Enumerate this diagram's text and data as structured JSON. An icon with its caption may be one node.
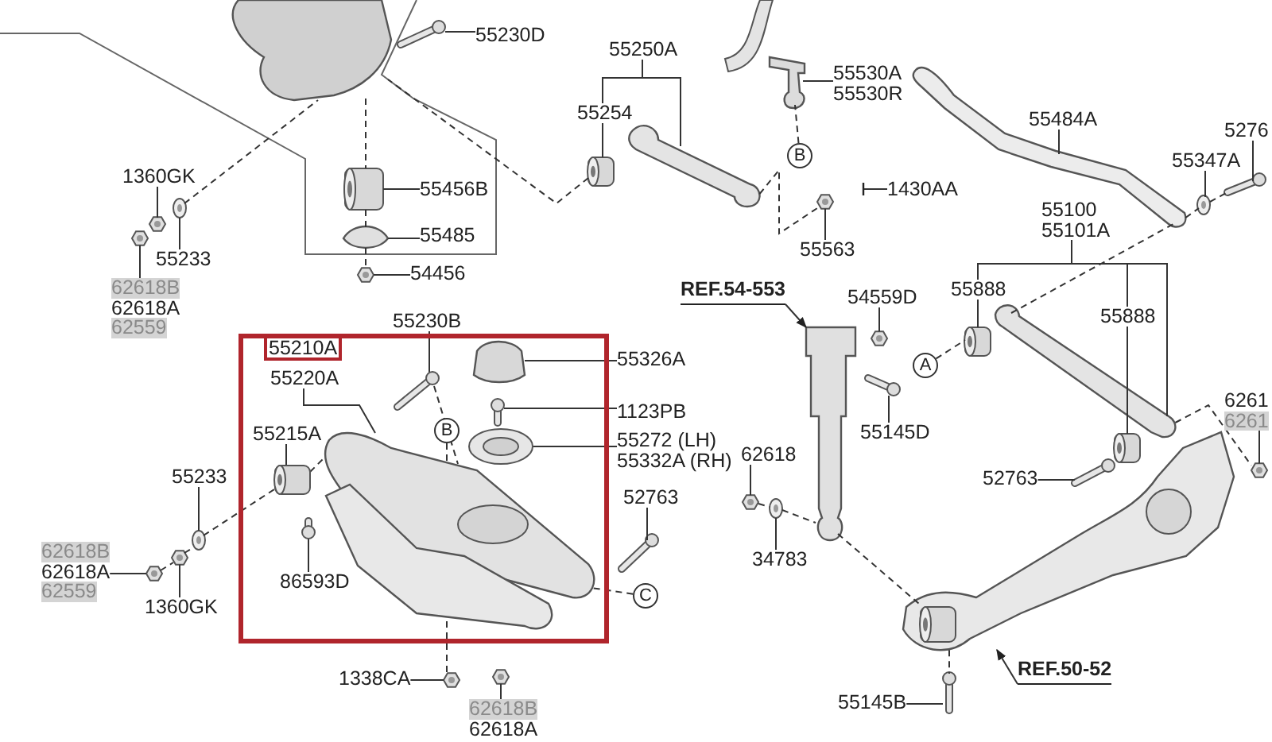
{
  "diagram": {
    "nodes": [
      {
        "text": [],
        "shape": "box"
      },
      {
        "text": [
          "55230D"
        ]
      },
      {
        "text": [
          "55250A"
        ]
      },
      {
        "text": [
          "55254"
        ]
      },
      {
        "text": [
          "B"
        ]
      },
      {
        "text": [
          "55530A",
          "55530R"
        ]
      },
      {
        "text": [
          "55484A"
        ]
      },
      {
        "text": [
          "5276"
        ]
      },
      {
        "text": [
          "55347A"
        ]
      },
      {
        "text": [
          "1360GK"
        ]
      },
      {
        "text": [
          "55456B"
        ]
      },
      {
        "text": [
          "1430AA"
        ]
      },
      {
        "text": [
          "55100",
          "55101A"
        ]
      },
      {
        "text": [
          "55233"
        ]
      },
      {
        "text": [
          "55485"
        ]
      },
      {
        "text": [
          "55563"
        ]
      },
      {
        "text": [
          "54456"
        ]
      },
      {
        "text": [
          "62618B",
          "62618A",
          "62559"
        ]
      },
      {
        "text": [
          "REF.54-553"
        ]
      },
      {
        "text": [
          "54559D"
        ]
      },
      {
        "text": [
          "55888"
        ]
      },
      {
        "text": [
          "55888"
        ]
      },
      {
        "text": [
          "55210A"
        ],
        "in": 0
      },
      {
        "text": [
          "55220A"
        ],
        "in": 0
      },
      {
        "text": [
          "55230B"
        ]
      },
      {
        "text": [
          "55326A"
        ]
      },
      {
        "text": [
          "1123PB"
        ]
      },
      {
        "text": [
          "55215A"
        ],
        "in": 0
      },
      {
        "text": [
          "B"
        ],
        "in": 0
      },
      {
        "text": [
          "55272 (LH)",
          "55332A (RH)"
        ]
      },
      {
        "text": [
          "55145D"
        ]
      },
      {
        "text": [
          "A"
        ]
      },
      {
        "text": [
          "55233"
        ]
      },
      {
        "text": [
          "62618"
        ]
      },
      {
        "text": [
          "52763"
        ]
      },
      {
        "text": [
          "52763"
        ]
      },
      {
        "text": [
          "62618B",
          "62618A",
          "62559"
        ]
      },
      {
        "text": [
          "1360GK"
        ]
      },
      {
        "text": [
          "86593D"
        ],
        "in": 0
      },
      {
        "text": [
          "34783"
        ]
      },
      {
        "text": [
          "C"
        ]
      },
      {
        "text": [
          "REF.50-52"
        ]
      },
      {
        "text": [
          "1338CA"
        ]
      },
      {
        "text": [
          "55145B"
        ]
      },
      {
        "text": [
          "62618B",
          "62618A"
        ]
      },
      {
        "text": [
          "6261",
          "6261"
        ]
      },
      {
        "text": [],
        "shape": "picture"
      },
      {
        "text": [],
        "shape": "picture"
      },
      {
        "text": [],
        "shape": "picture"
      },
      {
        "text": [],
        "shape": "picture"
      },
      {
        "text": [],
        "shape": "picture"
      },
      {
        "text": [],
        "shape": "picture"
      },
      {
        "text": [],
        "shape": "picture"
      },
      {
        "text": [],
        "shape": "picture"
      },
      {
        "text": [],
        "shape": "picture"
      },
      {
        "text": [],
        "shape": "picture"
      },
      {
        "text": [],
        "shape": "picture"
      },
      {
        "text": [],
        "shape": "picture"
      },
      {
        "text": [],
        "shape": "picture"
      },
      {
        "text": [],
        "shape": "picture"
      },
      {
        "text": [],
        "shape": "picture"
      },
      {
        "text": [],
        "shape": "picture"
      },
      {
        "text": [],
        "shape": "picture"
      },
      {
        "text": [],
        "shape": "picture"
      },
      {
        "text": [],
        "shape": "picture"
      },
      {
        "text": [],
        "shape": "picture"
      },
      {
        "text": [],
        "shape": "picture"
      },
      {
        "text": [],
        "shape": "picture"
      },
      {
        "text": [],
        "shape": "picture"
      },
      {
        "text": [],
        "shape": "picture"
      },
      {
        "text": [],
        "shape": "picture"
      },
      {
        "text": [],
        "shape": "picture"
      },
      {
        "text": [],
        "shape": "picture"
      },
      {
        "text": [],
        "shape": "picture",
        "in": 0
      },
      {
        "text": [],
        "shape": "picture",
        "in": 0
      },
      {
        "text": [],
        "shape": "picture",
        "in": 0
      },
      {
        "text": [],
        "shape": "picture",
        "in": 0
      },
      {
        "text": [],
        "shape": "picture",
        "in": 0
      },
      {
        "text": [],
        "shape": "picture",
        "in": 0
      },
      {
        "text": [],
        "shape": "picture",
        "in": 0
      },
      {
        "text": [],
        "shape": "picture",
        "in": 0
      },
      {
        "text": [],
        "shape": "picture"
      },
      {
        "text": [],
        "shape": "picture"
      },
      {
        "text": [],
        "shape": "picture"
      },
      {
        "text": [],
        "shape": "picture"
      },
      {
        "text": [],
        "shape": "picture"
      },
      {
        "text": [],
        "shape": "picture"
      }
    ],
    "edges": [
      {
        "from": 1,
        "to": 47,
        "arrow": "none"
      },
      {
        "from": 2,
        "to": 3,
        "arrow": "none"
      },
      {
        "from": 2,
        "to": 55,
        "arrow": "none"
      },
      {
        "from": 3,
        "to": 54,
        "arrow": "none"
      },
      {
        "from": 4,
        "to": 56,
        "arrow": "none",
        "style": "dashed"
      },
      {
        "from": 5,
        "to": 56,
        "arrow": "none"
      },
      {
        "from": 6,
        "to": 58,
        "arrow": "none"
      },
      {
        "from": 7,
        "to": 59,
        "arrow": "none"
      },
      {
        "from": 8,
        "to": 60,
        "arrow": "none"
      },
      {
        "from": 9,
        "to": 52,
        "arrow": "none"
      },
      {
        "from": 10,
        "to": 48,
        "arrow": "none"
      },
      {
        "from": 11,
        "to": null,
        "arrow": "other"
      },
      {
        "from": 12,
        "to": 20,
        "arrow": "none"
      },
      {
        "from": 12,
        "to": 21,
        "arrow": "none"
      },
      {
        "from": 12,
        "to": 62,
        "arrow": "none"
      },
      {
        "from": 13,
        "to": 51,
        "arrow": "none"
      },
      {
        "from": 14,
        "to": 49,
        "arrow": "none"
      },
      {
        "from": 15,
        "to": 57,
        "arrow": "none"
      },
      {
        "from": 16,
        "to": 50,
        "arrow": "none"
      },
      {
        "from": 17,
        "to": 53,
        "arrow": "none"
      },
      {
        "from": 18,
        "to": 65,
        "arrow": "to"
      },
      {
        "from": 19,
        "to": 64,
        "arrow": "none"
      },
      {
        "from": 20,
        "to": 61,
        "arrow": "none"
      },
      {
        "from": 21,
        "to": 63,
        "arrow": "none"
      },
      {
        "from": 23,
        "to": 73,
        "arrow": "none"
      },
      {
        "from": 24,
        "to": 75,
        "arrow": "none"
      },
      {
        "from": 25,
        "to": 76,
        "arrow": "none"
      },
      {
        "from": 26,
        "to": 77,
        "arrow": "none"
      },
      {
        "from": 27,
        "to": 79,
        "arrow": "none"
      },
      {
        "from": 28,
        "to": 85,
        "arrow": "none",
        "style": "dashed"
      },
      {
        "from": 29,
        "to": 78,
        "arrow": "none"
      },
      {
        "from": 30,
        "to": 66,
        "arrow": "none"
      },
      {
        "from": 31,
        "to": 61,
        "arrow": "none",
        "style": "dashed"
      },
      {
        "from": 32,
        "to": 81,
        "arrow": "none"
      },
      {
        "from": 33,
        "to": 67,
        "arrow": "none"
      },
      {
        "from": 34,
        "to": 84,
        "arrow": "none"
      },
      {
        "from": 35,
        "to": 70,
        "arrow": "none"
      },
      {
        "from": 36,
        "to": 83,
        "arrow": "none"
      },
      {
        "from": 37,
        "to": 82,
        "arrow": "none"
      },
      {
        "from": 38,
        "to": 80,
        "arrow": "none"
      },
      {
        "from": 39,
        "to": 68,
        "arrow": "none"
      },
      {
        "from": 40,
        "to": 73,
        "arrow": "none",
        "style": "dashed"
      },
      {
        "from": 41,
        "to": 69,
        "arrow": "to"
      },
      {
        "from": 42,
        "to": 85,
        "arrow": "none"
      },
      {
        "from": 43,
        "to": 72,
        "arrow": "none"
      },
      {
        "from": 44,
        "to": 86,
        "arrow": "none"
      },
      {
        "from": 45,
        "to": 71,
        "arrow": "none"
      },
      {
        "from": 51,
        "to": 46,
        "arrow": "none",
        "style": "dashed"
      },
      {
        "from": 46,
        "to": 48,
        "arrow": "none",
        "style": "dashed"
      },
      {
        "from": 48,
        "to": 49,
        "arrow": "none",
        "style": "dashed"
      },
      {
        "from": 49,
        "to": 50,
        "arrow": "none",
        "style": "dashed"
      },
      {
        "from": 54,
        "to": 46,
        "arrow": "none",
        "style": "dashed"
      },
      {
        "from": 55,
        "to": 57,
        "arrow": "none",
        "style": "dashed"
      },
      {
        "from": 62,
        "to": 58,
        "arrow": "none",
        "style": "dashed"
      },
      {
        "from": 58,
        "to": 60,
        "arrow": "none",
        "style": "dashed"
      },
      {
        "from": 60,
        "to": 59,
        "arrow": "none",
        "style": "dashed"
      },
      {
        "from": 81,
        "to": 79,
        "arrow": "none",
        "style": "dashed"
      },
      {
        "from": 79,
        "to": 73,
        "arrow": "none",
        "style": "dashed"
      },
      {
        "from": 83,
        "to": 82,
        "arrow": "none",
        "style": "dashed"
      },
      {
        "from": 82,
        "to": 81,
        "arrow": "none",
        "style": "dashed"
      },
      {
        "from": 65,
        "to": 69,
        "arrow": "none",
        "style": "dashed"
      },
      {
        "from": 62,
        "to": 71,
        "arrow": "none",
        "style": "dashed"
      },
      {
        "from": 75,
        "to": 73,
        "arrow": "none",
        "style": "dashed"
      },
      {
        "from": 67,
        "to": 68,
        "arrow": "none",
        "style": "dashed"
      },
      {
        "from": 68,
        "to": 65,
        "arrow": "none",
        "style": "dashed"
      },
      {
        "from": 69,
        "to": 72,
        "arrow": "none",
        "style": "dashed"
      }
    ]
  }
}
